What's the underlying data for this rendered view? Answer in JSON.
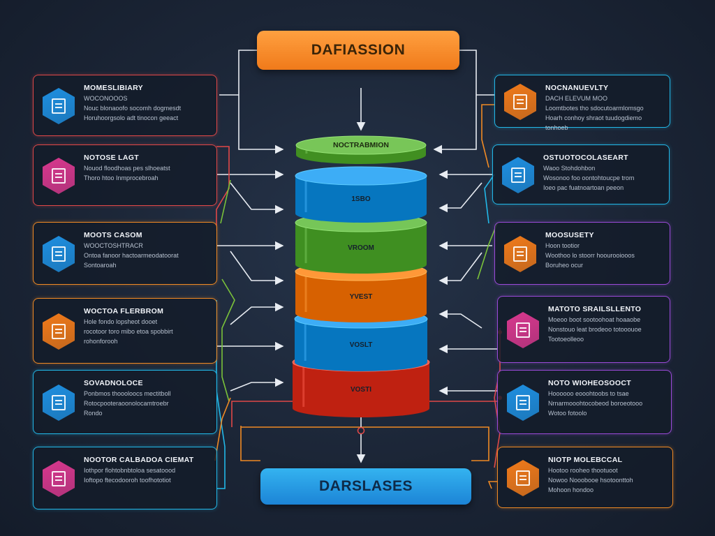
{
  "diagram": {
    "top_banner": "DAFIASSION",
    "bottom_banner": "DARSLASES",
    "stack_layers": [
      {
        "label": "NOCTRABMION",
        "color": "#5aa83a"
      },
      {
        "label": "1SBO",
        "color": "#1f8fd8"
      },
      {
        "label": "VROOM",
        "color": "#58a83a"
      },
      {
        "label": "YVEST",
        "color": "#f07a1a"
      },
      {
        "label": "VOSLT",
        "color": "#1f8fd8"
      },
      {
        "label": "VOSTI",
        "color": "#d83a2a"
      }
    ],
    "left_cards": [
      {
        "title": "MOMESLIBIARY",
        "lines": [
          "WOCONOOOS",
          "Nouc blonaoofo socomh dogmesdt",
          "Horuhoorgsolo adt tinocon geeact"
        ],
        "accent": "#e04848",
        "icon": "database-icon",
        "icon_color": "#1e8fe0"
      },
      {
        "title": "NOTOSE LAGT",
        "lines": [
          "Nouod floodhoas pes slhoeatst",
          "Thoro htoo Inmprocebroah"
        ],
        "accent": "#e04848",
        "icon": "person-icon",
        "icon_color": "#d8388e"
      },
      {
        "title": "MOOTS CASOM",
        "lines": [
          "WOOCTOSHTRACR",
          "Ontoa fanoor hactoarmeodatoorat",
          "Sontoaroah"
        ],
        "accent": "#f08a24",
        "icon": "document-icon",
        "icon_color": "#1e8fe0"
      },
      {
        "title": "WOCTOA FLERBROM",
        "lines": [
          "Hole fondo lopsheot dooet",
          "rocotoor toro mibo etoa spobbirt",
          "rohonforooh"
        ],
        "accent": "#f08a24",
        "icon": "layers-icon",
        "icon_color": "#f07a1a"
      },
      {
        "title": "SOVADNOLOCE",
        "lines": [
          "Ponbmos thoooloocs mectitboll",
          "Rotocpooteraoonolocamtroebr",
          "Rondo"
        ],
        "accent": "#22b8e8",
        "icon": "chart-icon",
        "icon_color": "#1e8fe0"
      },
      {
        "title": "NOOTOR CALBADOA CIEMAT",
        "lines": [
          "Iothpor flohtobnbtoloa sesatoood",
          "Ioftopo ftecodooroh toofhototiot"
        ],
        "accent": "#22b8e8",
        "icon": "server-icon",
        "icon_color": "#d8388e"
      }
    ],
    "right_cards": [
      {
        "title": "NOCNANUEVLTY",
        "lines": [
          "DACH ELEVUM MOO",
          "Loomtbotes tho sdocutoarmlomsgo",
          "Hoarh conhoy shraot tuudogdiemo",
          "tonhoeb"
        ],
        "accent": "#22b8e8",
        "icon": "cube-icon",
        "icon_color": "#f07a1a"
      },
      {
        "title": "OSTUOTOCOLASEART",
        "lines": [
          "Waoo Stohdohbon",
          "Wosonoo foo oontohtoucpe trom",
          "Ioeo pac fuatnoartoan peeon"
        ],
        "accent": "#22b8e8",
        "icon": "book-icon",
        "icon_color": "#1e8fe0"
      },
      {
        "title": "MOOSUSETY",
        "lines": [
          "Hoon tootior",
          "Woothoo lo stoorr hoourooiooos",
          "Boruheo ocur"
        ],
        "accent": "#9a4ad8",
        "icon": "document-icon",
        "icon_color": "#f07a1a"
      },
      {
        "title": "MATOTO SRAILSLLENTO",
        "lines": [
          "Moeoo boot sootoohoat hoaaobe",
          "Nonstouo leat brodeoo totooouoe",
          "Tootoeolleoo"
        ],
        "accent": "#9a4ad8",
        "icon": "building-icon",
        "icon_color": "#d8388e"
      },
      {
        "title": "NOTO WIOHEOSOOCT",
        "lines": [
          "Hoooooo eooohtoobs to tsae",
          "Nrnarmooohtocobeod boroeotooo",
          "Wotoo fotoolo"
        ],
        "accent": "#9a4ad8",
        "icon": "flask-icon",
        "icon_color": "#1e8fe0"
      },
      {
        "title": "NIOTP MOLEBCCAL",
        "lines": [
          "Hootoo rooheo thootuoot",
          "Nowoo Nooobooe hsotoonttoh",
          "Mohoon hondoo"
        ],
        "accent": "#f08a24",
        "icon": "flame-icon",
        "icon_color": "#f07a1a"
      }
    ]
  }
}
